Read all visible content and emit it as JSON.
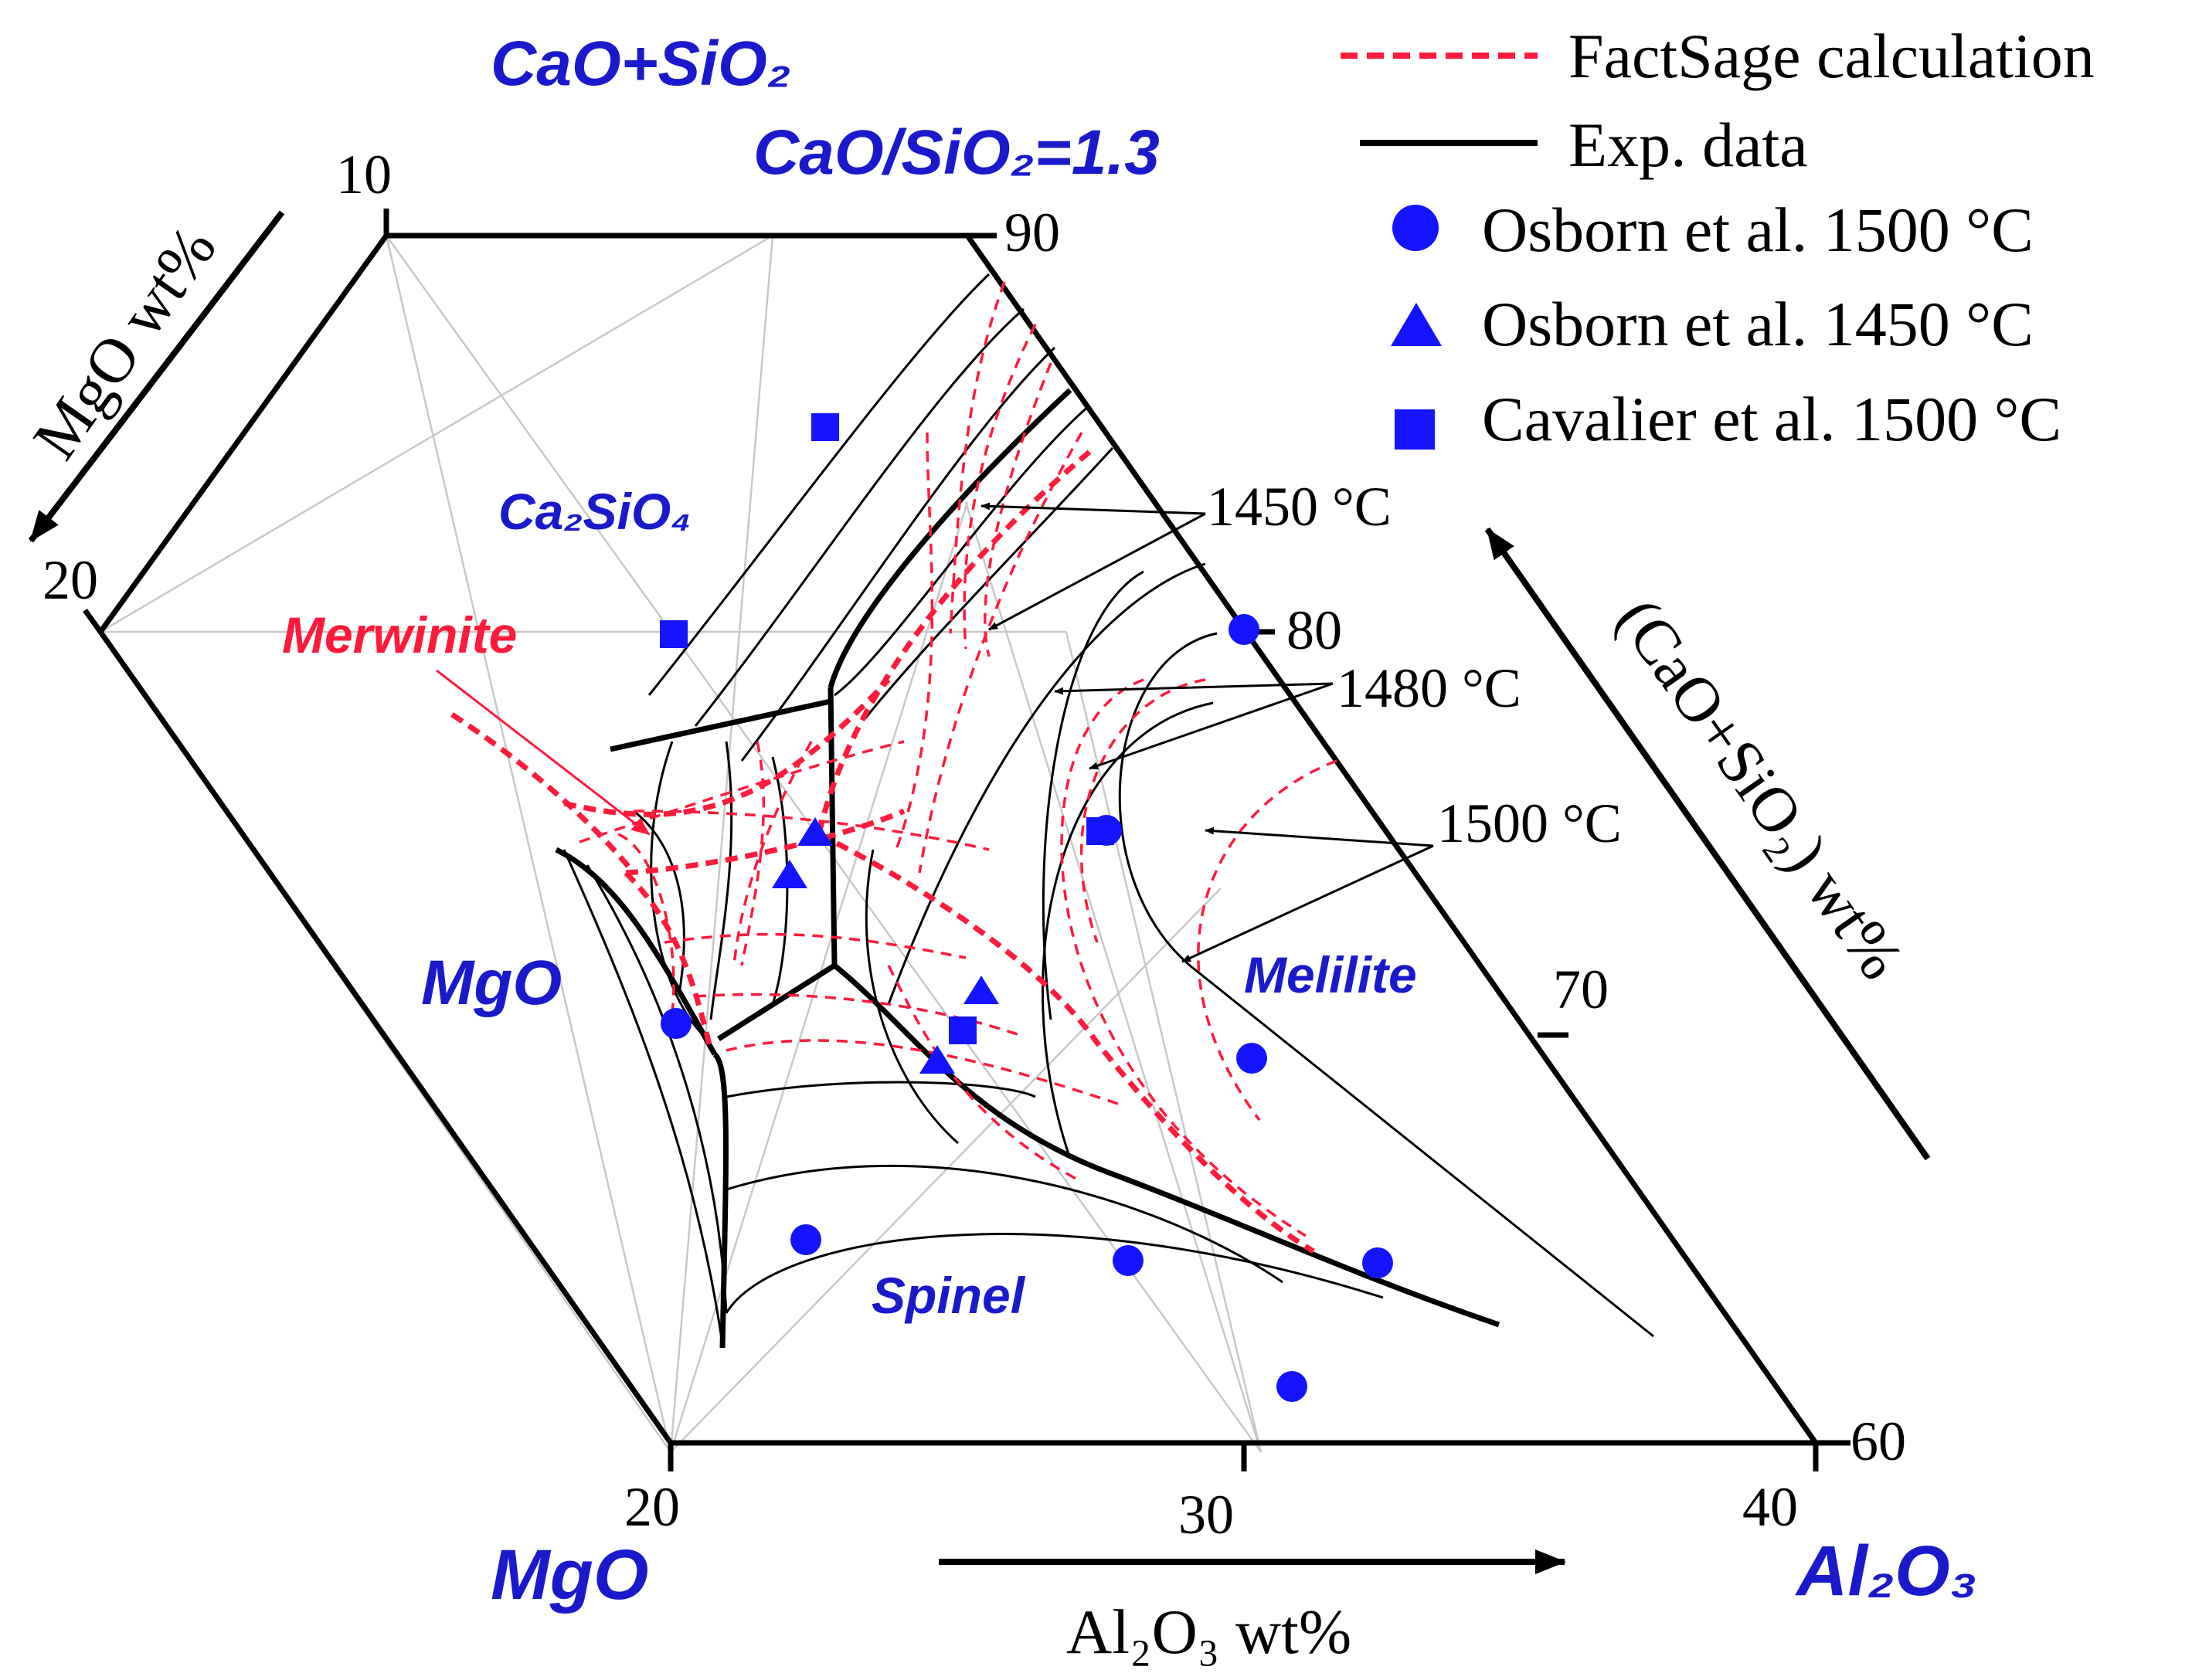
{
  "labels": {
    "top_corner_line1": "CaO+SiO₂",
    "top_corner_line2": "CaO/SiO₂=1.3",
    "left_corner": "MgO",
    "right_corner": "Al₂O₃",
    "axis_left": "MgO wt%",
    "axis_bottom": "Al₂O₃ wt%",
    "axis_right": "(CaO+SiO₂) wt%"
  },
  "ticks": {
    "mgo_10": "10",
    "mgo_20": "20",
    "al2o3_20": "20",
    "al2o3_30": "30",
    "al2o3_40": "40",
    "cs_90": "90",
    "cs_80": "80",
    "cs_70": "70",
    "cs_60": "60"
  },
  "legend": {
    "factsage": "FactSage calculation",
    "exp": "Exp. data",
    "osborn1500": "Osborn et al. 1500 °C",
    "osborn1450": "Osborn et al. 1450 °C",
    "cavalier1500": "Cavalier et al. 1500 °C"
  },
  "isotherms": {
    "t1450": "1450 °C",
    "t1480": "1480 °C",
    "t1500": "1500 °C"
  },
  "phases": {
    "c2s": "Ca₂SiO₄",
    "merwinite": "Merwinite",
    "mgo": "MgO",
    "melilite": "Melilite",
    "spinel": "Spinel"
  },
  "colors": {
    "fact_sage": "#ff1a3c",
    "markers": "#1414ff",
    "blue_labels": "#1a1acc",
    "merwinite_label": "#ff1a3c"
  }
}
